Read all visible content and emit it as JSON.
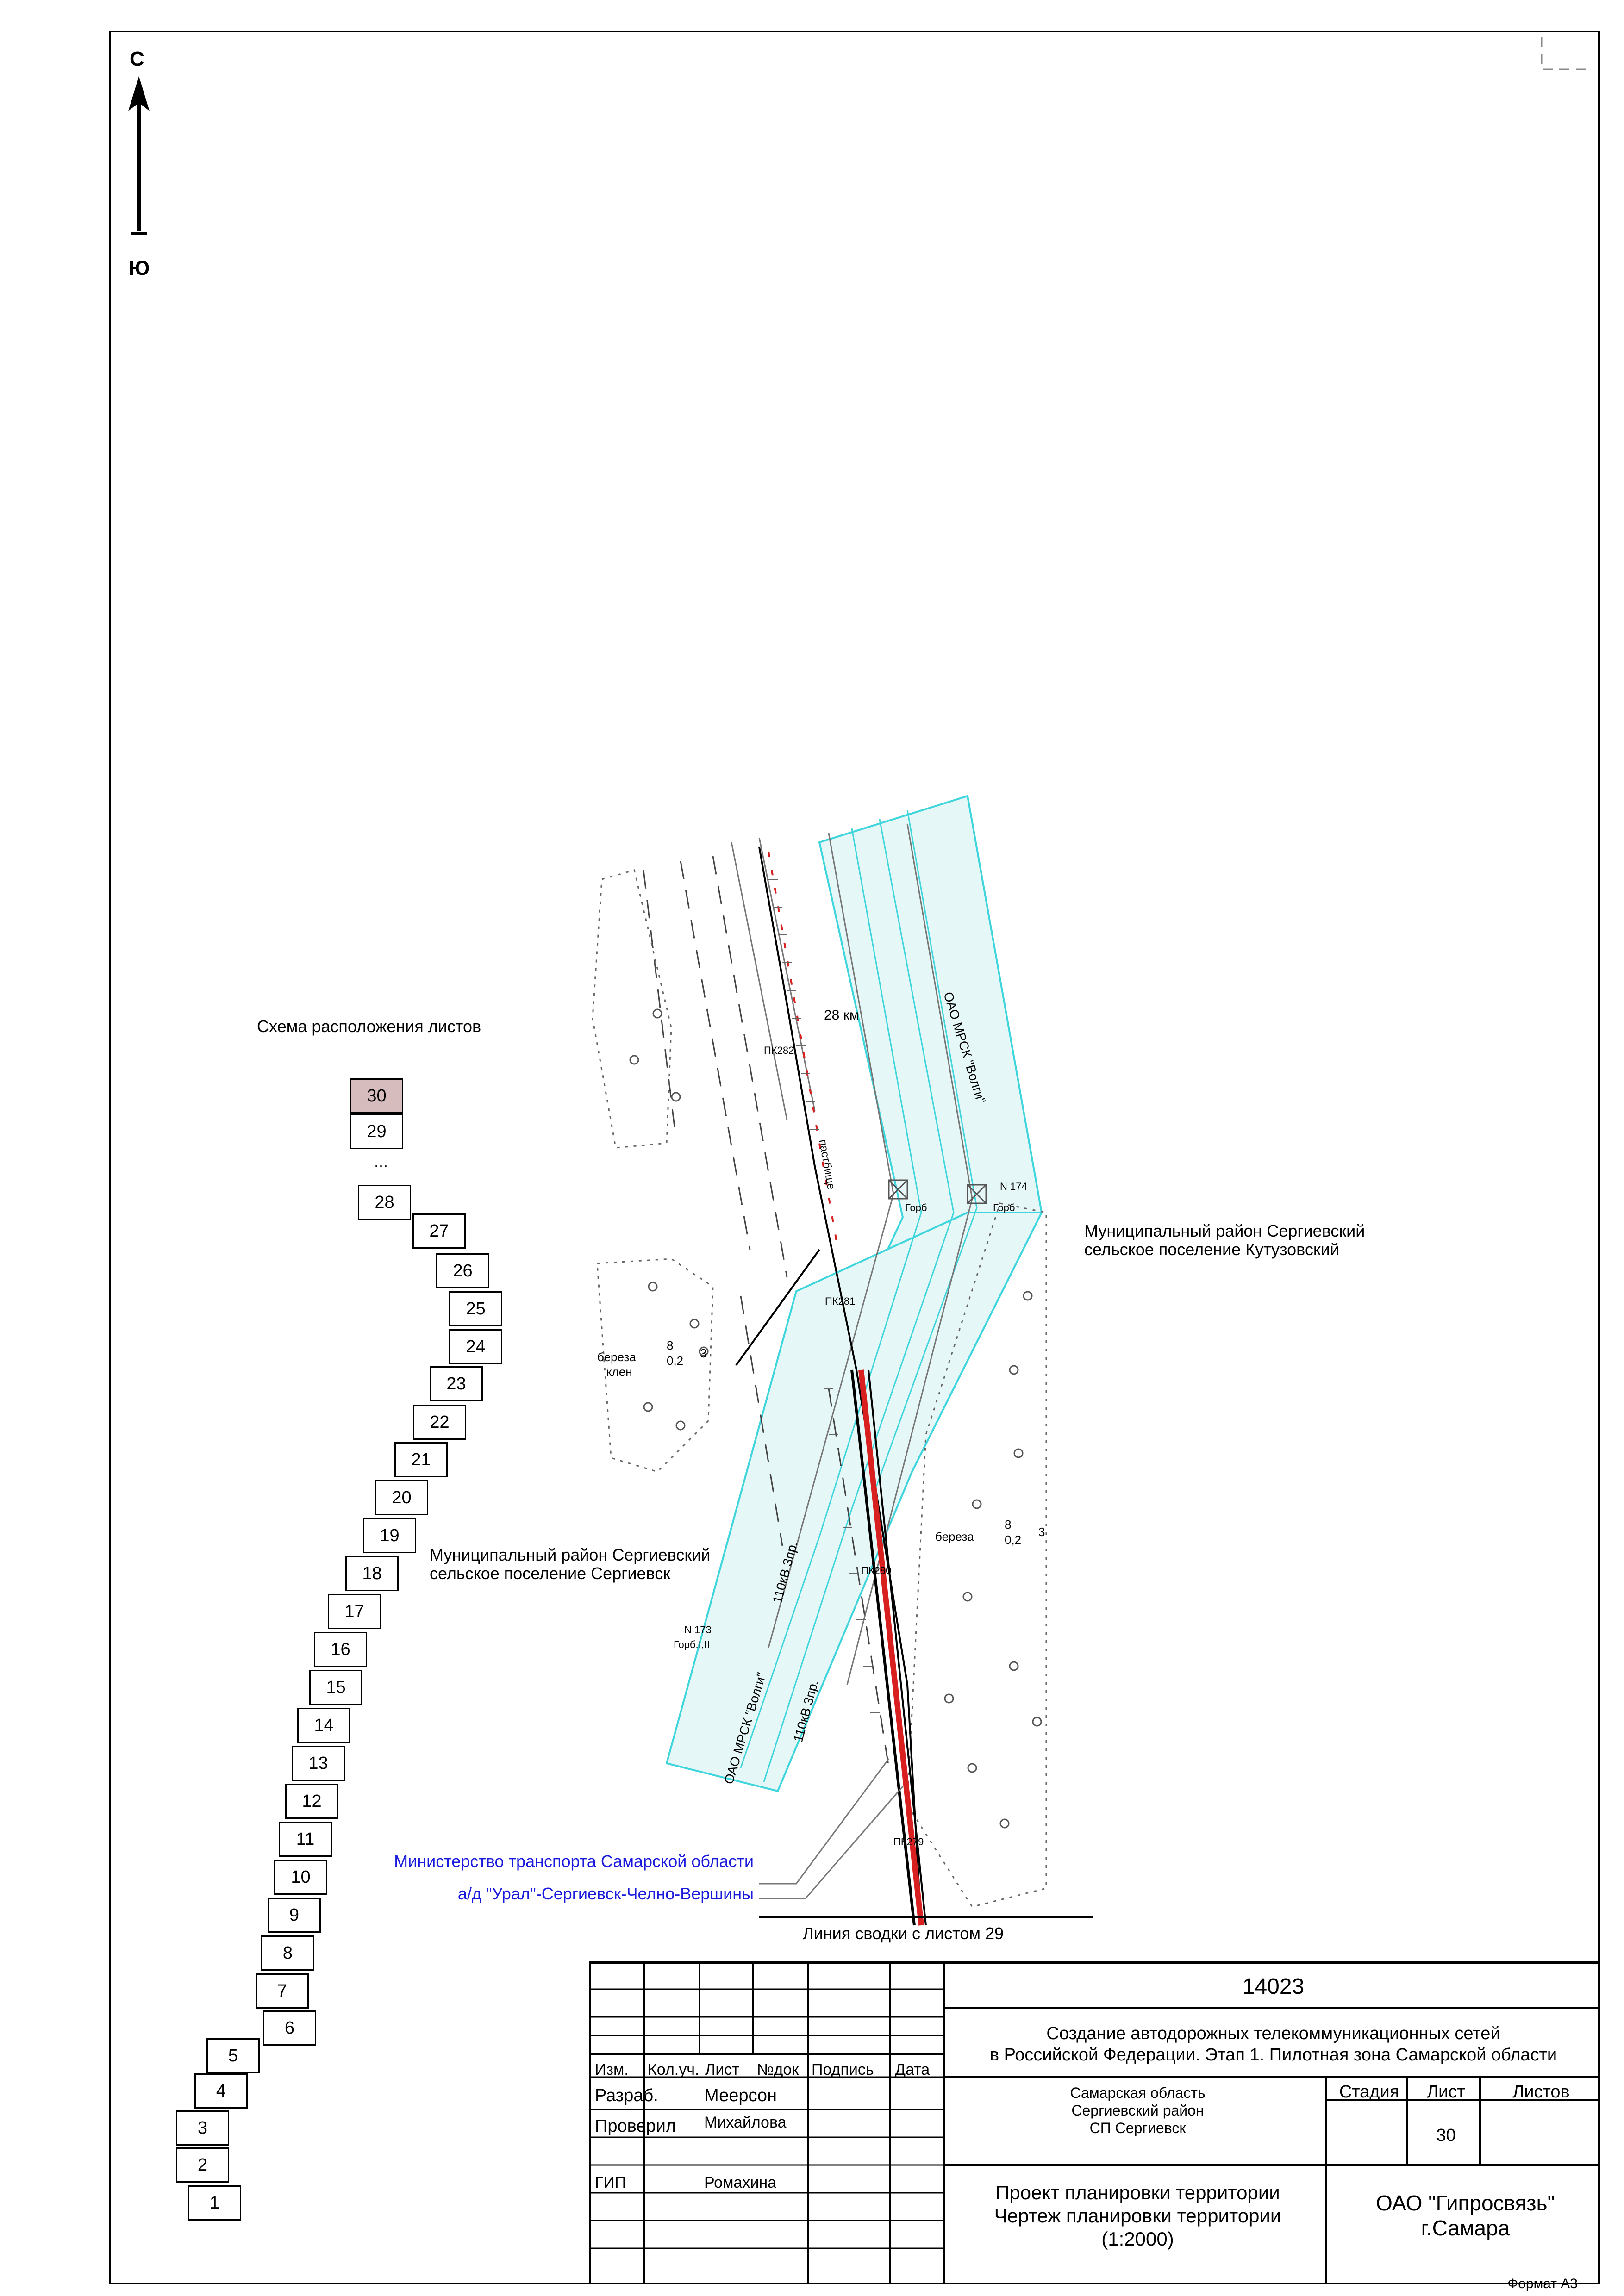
{
  "compass": {
    "north": "С",
    "south": "Ю"
  },
  "scheme": {
    "title": "Схема расположения листов",
    "current": "30",
    "next": "29",
    "ellipsis": "...",
    "sheets": [
      "28",
      "27",
      "26",
      "25",
      "24",
      "23",
      "22",
      "21",
      "20",
      "19",
      "18",
      "17",
      "16",
      "15",
      "14",
      "13",
      "12",
      "11",
      "10",
      "9",
      "8",
      "7",
      "6",
      "5",
      "4",
      "3",
      "2",
      "1"
    ]
  },
  "map": {
    "km_label": "28 км",
    "pk282": "ПК282",
    "pk281": "ПК281",
    "pk280": "ПК280",
    "pk279": "ПК279",
    "pasture": "пастбище",
    "mrsk_top": "ОАО МРСК \"Волги\"",
    "mrsk_bottom": "ОАО МРСК \"Волги\"",
    "line_110_a": "110кВ 3пр.",
    "line_110_b": "110кВ 3пр.",
    "n174": "N 174",
    "gorb_top": "Горб",
    "gorb_top2": "Горб",
    "n173": "N 173",
    "gorb_bottom": "Горб.I,II",
    "trees_left_species1": "береза",
    "trees_left_species2": "клен",
    "trees_left_h": "8",
    "trees_left_d": "0,2",
    "trees_left_s": "3",
    "trees_right_species": "береза",
    "trees_right_h": "8",
    "trees_right_d": "0,2",
    "trees_right_s": "3",
    "district_right_1": "Муниципальный район Сергиевский",
    "district_right_2": "сельское поселение Кутузовский",
    "district_left_1": "Муниципальный район Сергиевский",
    "district_left_2": "сельское поселение Сергиевск",
    "ministry_1": "Министерство транспорта Самарской области",
    "ministry_2": "а/д \"Урал\"-Сергиевск-Челно-Вершины",
    "match_line": "Линия сводки с листом 29"
  },
  "stamp": {
    "code": "14023",
    "project_1": "Создание автодорожных телекоммуникационных сетей",
    "project_2": "в Российской Федерации. Этап 1. Пилотная зона Самарской области",
    "headers": [
      "Изм.",
      "Кол.уч.",
      "Лист",
      "№док",
      "Подпись",
      "Дата"
    ],
    "roles": [
      {
        "role": "Разраб.",
        "name": "Меерсон"
      },
      {
        "role": "Проверил",
        "name": "Михайлова"
      },
      {
        "role": "",
        "name": ""
      },
      {
        "role": "ГИП",
        "name": "Ромахина"
      }
    ],
    "location_1": "Самарская область",
    "location_2": "Сергиевский район",
    "location_3": "СП Сергиевск",
    "stage_label": "Стадия",
    "sheet_label": "Лист",
    "sheets_label": "Листов",
    "stage_value": "",
    "sheet_value": "30",
    "sheets_value": "",
    "title_1": "Проект планировки территории",
    "title_2": "Чертеж планировки территории",
    "title_3": "(1:2000)",
    "org_1": "ОАО \"Гипросвязь\"",
    "org_2": "г.Самара"
  },
  "format": "Формат А3",
  "colors": {
    "zone_fill": "#e6f7f7",
    "zone_line": "#3fd5dc",
    "road_red": "#d82020",
    "ministry_text": "#1a1adc",
    "current_sheet": "#d6bcbc"
  }
}
